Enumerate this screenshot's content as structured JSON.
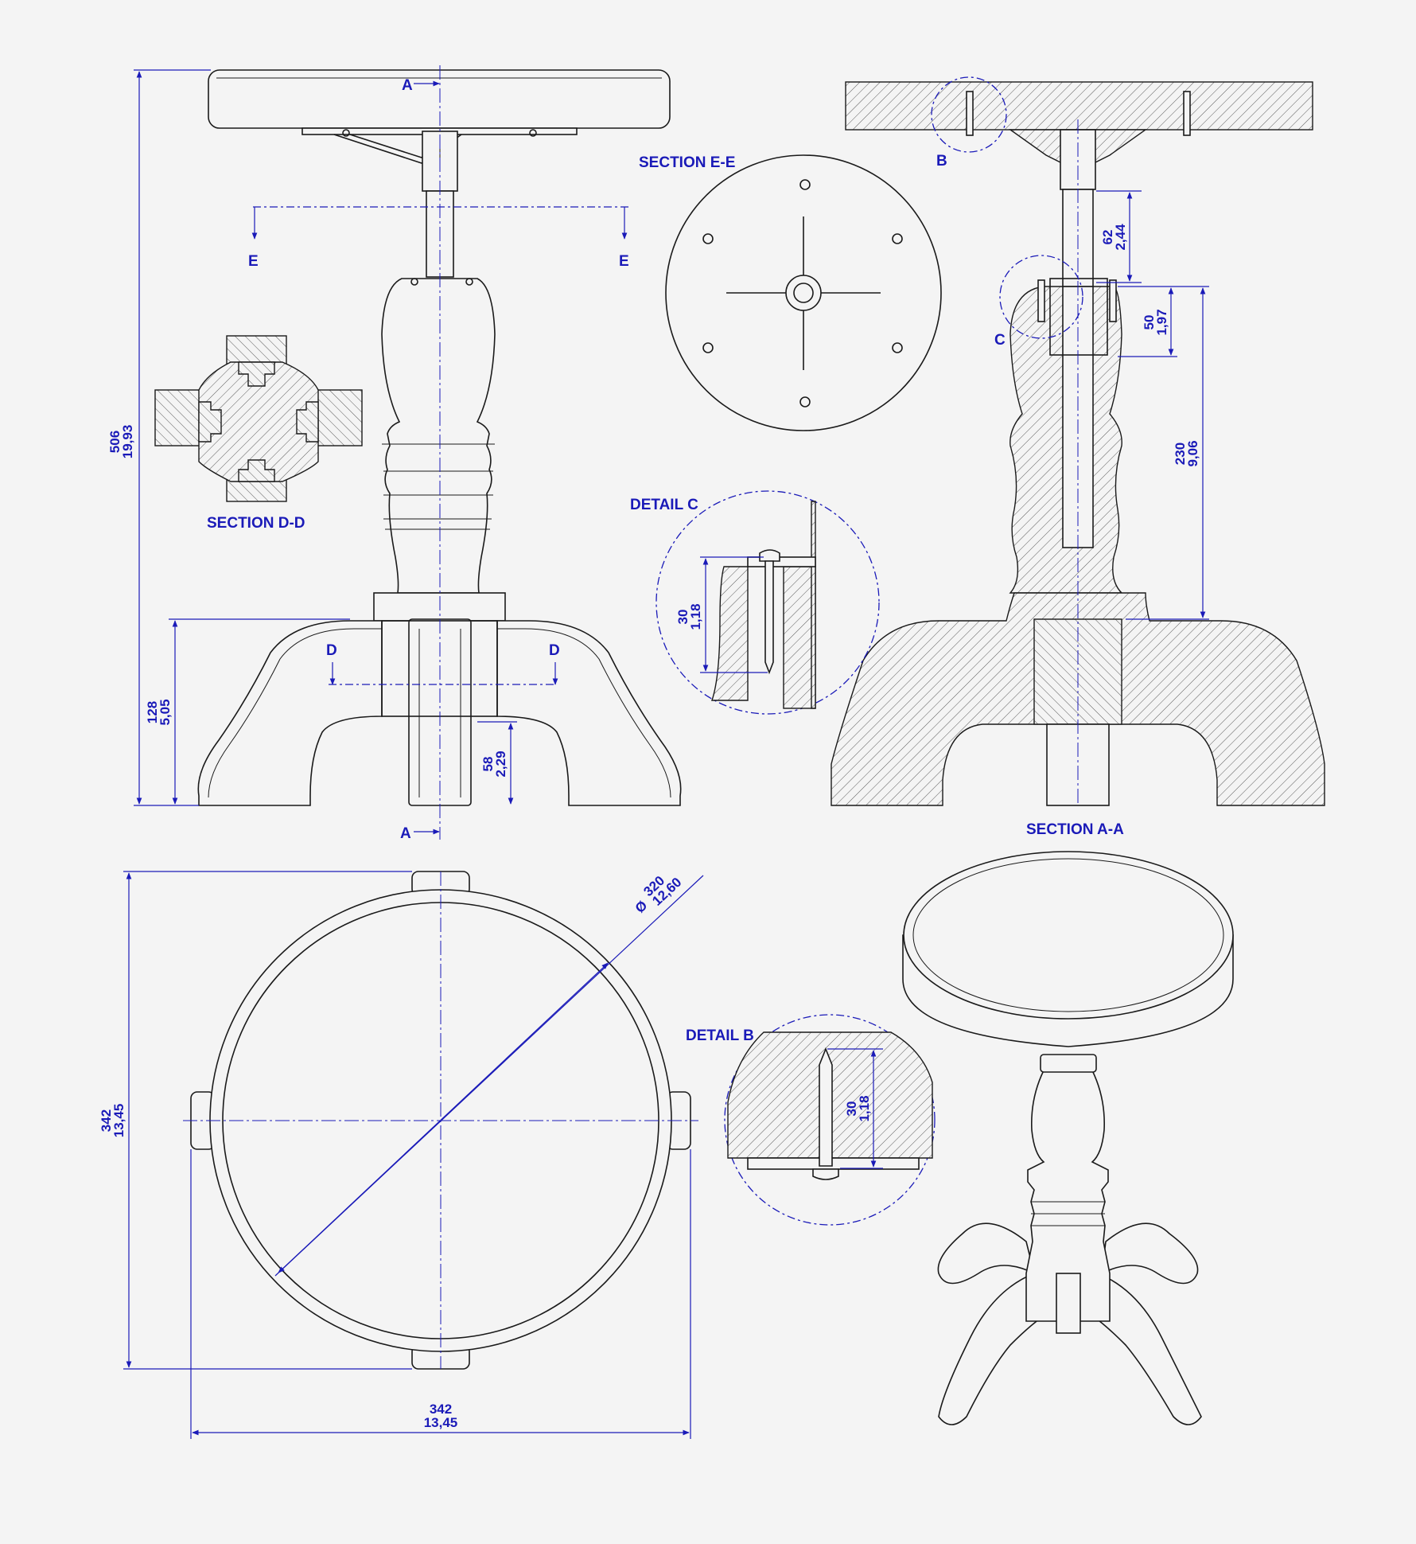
{
  "labels": {
    "section_ee": "SECTION E-E",
    "section_dd": "SECTION D-D",
    "section_aa": "SECTION A-A",
    "detail_c": "DETAIL C",
    "detail_b": "DETAIL B",
    "mark_a": "A",
    "mark_b": "B",
    "mark_c": "C",
    "mark_d": "D",
    "mark_e": "E"
  },
  "dimensions": {
    "total_height": {
      "mm": "506",
      "in": "19,93"
    },
    "base_height": {
      "mm": "128",
      "in": "5,05"
    },
    "foot_gap": {
      "mm": "58",
      "in": "2,29"
    },
    "shaft_exposed": {
      "mm": "62",
      "in": "2,44"
    },
    "shaft_socket_top": {
      "mm": "50",
      "in": "1,97"
    },
    "column_height": {
      "mm": "230",
      "in": "9,06"
    },
    "screw_c": {
      "mm": "30",
      "in": "1,18"
    },
    "screw_b": {
      "mm": "30",
      "in": "1,18"
    },
    "seat_diameter": {
      "symbol": "Ø",
      "mm": "320",
      "in": "12,60"
    },
    "plan_depth": {
      "mm": "342",
      "in": "13,45"
    },
    "plan_width": {
      "mm": "342",
      "in": "13,45"
    }
  },
  "colors": {
    "annotation": "#1a1ab8",
    "line": "#1a1a1a",
    "paper": "#f4f4f4"
  }
}
